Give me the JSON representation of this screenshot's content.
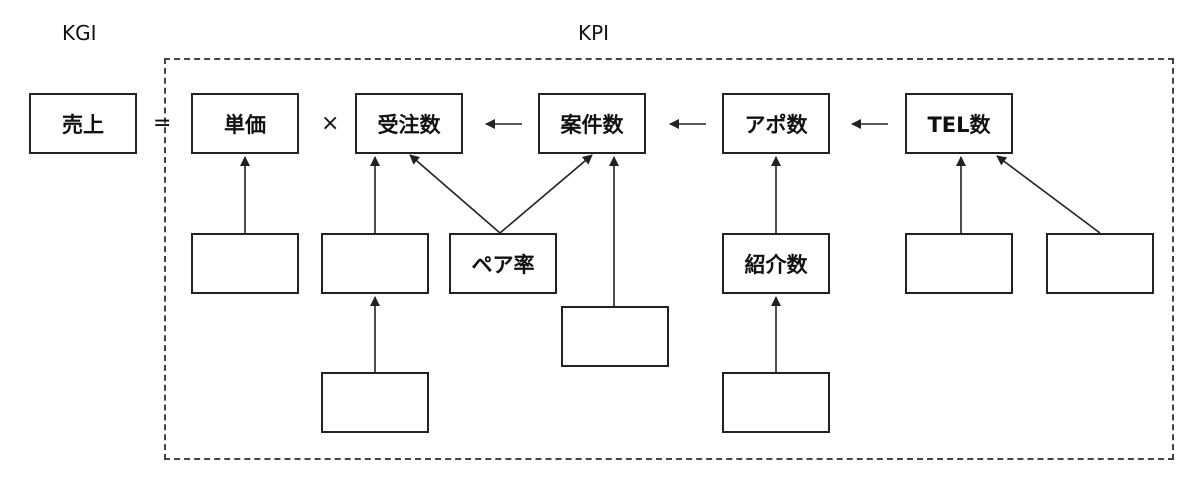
{
  "labels": {
    "kgi": "KGI",
    "kpi": "KPI"
  },
  "operators": {
    "equals": "=",
    "times": "×"
  },
  "nodes": {
    "sales": "売上",
    "unit_price": "単価",
    "orders": "受注数",
    "deals": "案件数",
    "appointments": "アポ数",
    "tel": "TEL数",
    "pair_rate": "ペア率",
    "referrals": "紹介数",
    "blank_1": "",
    "blank_2": "",
    "blank_3": "",
    "blank_4": "",
    "blank_5": "",
    "blank_6": "",
    "blank_7": "",
    "blank_8": ""
  }
}
